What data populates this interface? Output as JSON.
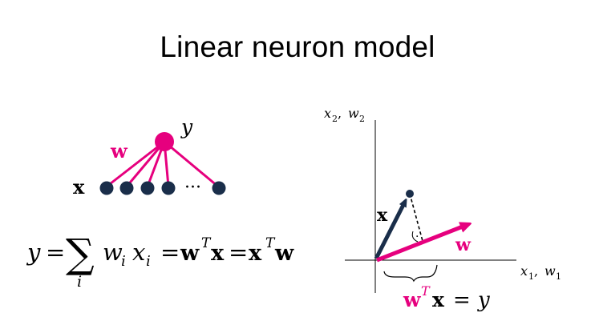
{
  "title": "Linear neuron model",
  "colors": {
    "accent": "#e6007e",
    "node": "#1a2e4a",
    "text": "#000000"
  },
  "neuron": {
    "output_label": "y",
    "weights_label": "w",
    "input_label": "x",
    "ellipsis": "···"
  },
  "equation": {
    "lhs": "y",
    "eq1": "=",
    "sum_symbol": "∑",
    "sum_index": "i",
    "term_w": "w",
    "term_w_sub": "i",
    "term_x": "x",
    "term_x_sub": "i",
    "eq2": "=",
    "wt_w": "w",
    "wt_T": "T",
    "wt_x": "x",
    "eq3": "=",
    "xt_x": "x",
    "xt_T": "T",
    "xt_w": "w"
  },
  "plot": {
    "y_axis_label_a": "x",
    "y_axis_label_a_sub": "2",
    "y_axis_label_sep": ", ",
    "y_axis_label_b": "w",
    "y_axis_label_b_sub": "2",
    "x_axis_label_a": "x",
    "x_axis_label_a_sub": "1",
    "x_axis_label_sep": ", ",
    "x_axis_label_b": "w",
    "x_axis_label_b_sub": "1",
    "vector_x_label": "x",
    "vector_w_label": "w",
    "right_angle_dot": "·",
    "projection_w": "w",
    "projection_T": "T",
    "projection_x": "x",
    "projection_eq": "=",
    "projection_y": "y"
  }
}
